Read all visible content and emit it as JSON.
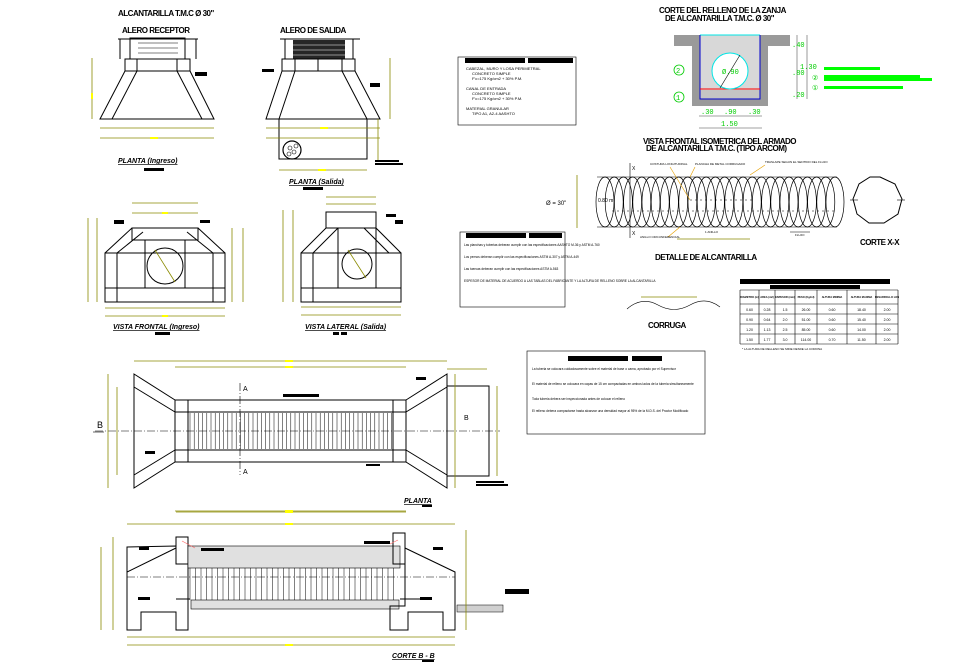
{
  "titles": {
    "main": "ALCANTARILLA T.M.C Ø 30\"",
    "alero_receptor": "ALERO RECEPTOR",
    "alero_salida": "ALERO DE SALIDA",
    "corte_zanja_1": "CORTE DEL RELLENO DE LA ZANJA",
    "corte_zanja_2": "DE ALCANTARILLA T.M.C. Ø 30\"",
    "vista_isometrica_1": "VISTA FRONTAL ISOMETRICA DEL ARMADO",
    "vista_isometrica_2": "DE ALCANTARILLA T.M.C. (TIPO ARCOM)",
    "detalle": "DETALLE DE ALCANTARILLA",
    "corte_xx": "CORTE X-X",
    "corruga": "CORRUGA"
  },
  "captions": {
    "planta_ingreso": "PLANTA (Ingreso)",
    "planta_salida": "PLANTA (Salida)",
    "vista_frontal": "VISTA FRONTAL (Ingreso)",
    "vista_lateral": "VISTA LATERAL (Salida)",
    "planta": "PLANTA",
    "corte_bb": "CORTE  B - B"
  },
  "trench": {
    "pipe_label": "Ø.90",
    "dims_right": [
      ".40",
      ".80",
      ".20"
    ],
    "total_height": "1.30",
    "dims_bottom": [
      ".30",
      ".90",
      ".30"
    ],
    "total_width": "1.50",
    "markers": [
      "2",
      "1"
    ],
    "legend_markers": [
      "②",
      "①"
    ]
  },
  "pipe_detail": {
    "diameter_label": "Ø = 30\"",
    "inner_label": "0.80 m",
    "section_marks": [
      "X",
      "X"
    ],
    "labels": [
      "COSTURA LONGITUDINAL",
      "PLANCHA DE METAL CORRUGADO",
      "TRASLAPE SEGUN EL SENTIDO DEL FLUJO",
      "ANILLO CIRCUNFERENCIAL",
      "1 ANILLO",
      "FLUJO"
    ]
  },
  "notes_box_1": {
    "items": [
      {
        "line1": "CABEZAL, MURO Y LOSA PERIMETRAL",
        "line2": "CONCRETO SIMPLE",
        "line3": "F'c=175 Kg/cm2 + 30% P.M."
      },
      {
        "line1": "CANAL DE ENTRADA",
        "line2": "CONCRETO SIMPLE",
        "line3": "F'c=175 Kg/cm2 + 30% P.M."
      },
      {
        "line1": "MATERIAL GRANULAR",
        "line2": "TIPO A1, A2-4 AASHTO"
      }
    ]
  },
  "notes_box_2": {
    "items": [
      "Las planchas y tuberias deberan cumplir con las especificaciones AASHTO M-36 y ASTM A-760",
      "Los pernos deberan cumplir con las especificaciones ASTM A-307 y ASTM A-449",
      "Las tuercas deberan cumplir con las especificaciones ASTM A-563",
      "ESPESOR DE MATERIAL DE ACUERDO A LAS TABLAS DEL FABRICANTE Y LA ALTURA DE RELLENO SOBRE LA ALCANTARILLA"
    ]
  },
  "notes_box_3": {
    "items": [
      "La tuberia se colocara cuidadosamente sobre el material de base o cama, aprobado por el Supervisor",
      "El material de relleno se colocara en capas de 15 cm compactadas en ambos lados de la tuberia simultaneamente",
      "Toda tuberia debera ser inspeccionada antes de colocar el relleno",
      "El relleno debera compactarse hasta alcanzar una densidad mayor al 95% de la M.D.S. del Proctor Modificado"
    ]
  },
  "spec_table": {
    "headers": [
      "DIAMETRO (m)",
      "AREA (m2)",
      "ESPESOR (mm)",
      "PESO (Kg/ml)",
      "ALTURA MINIMA DE RELLENO (m)",
      "ALTURA MAXIMA DE RELLENO (m)",
      "DESARROLLO LONGITUDINAL (m)"
    ],
    "rows": [
      [
        "0.60",
        "0.28",
        "1.5",
        "26.00",
        "0.60",
        "18.40",
        "2.00"
      ],
      [
        "0.90",
        "0.64",
        "2.0",
        "51.00",
        "0.60",
        "15.40",
        "2.00"
      ],
      [
        "1.20",
        "1.13",
        "2.5",
        "85.00",
        "0.60",
        "14.00",
        "2.00"
      ],
      [
        "1.50",
        "1.77",
        "3.0",
        "114.00",
        "0.70",
        "11.50",
        "2.00"
      ]
    ],
    "footnote": "* LA ALTURA DE RELLENO SE MIDE DESDE LA CORONA"
  },
  "section_labels": {
    "a_top": "A",
    "a_bottom": "A",
    "b_left": "B",
    "b_right": "B"
  },
  "colors": {
    "dimension": "#ffff00",
    "dimension_line": "#8a8a00",
    "green": "#00ff00",
    "cyan": "#00e5e5",
    "blue": "#0000cc",
    "red": "#ff0000"
  }
}
